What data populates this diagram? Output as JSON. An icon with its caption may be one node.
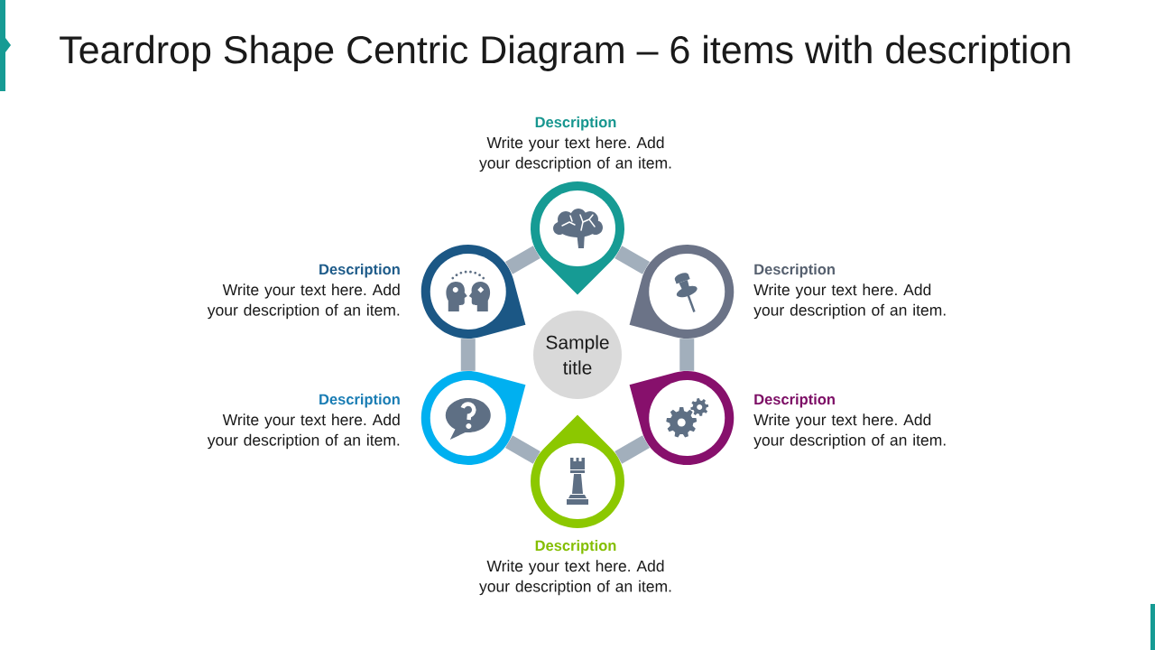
{
  "diagram": {
    "title": "Teardrop Shape Centric Diagram – 6 items with description",
    "nodes": [
      {
        "text": [],
        "shape": "teardrop",
        "beside": [
          "Description",
          "Write your text here. Add your description of an item."
        ]
      },
      {
        "text": [],
        "shape": "teardrop",
        "beside": [
          "Description",
          "Write your text here. Add your description of an item."
        ]
      },
      {
        "text": [],
        "shape": "teardrop",
        "beside": [
          "Description",
          "Write your text here. Add your description of an item."
        ]
      },
      {
        "text": [
          "Sample title"
        ]
      },
      {
        "text": [],
        "shape": "teardrop",
        "beside": [
          "Description",
          "Write your text here. Add your description of an item."
        ]
      },
      {
        "text": [],
        "shape": "teardrop",
        "beside": [
          "Description",
          "Write your text here. Add your description of an item."
        ]
      },
      {
        "text": [],
        "shape": "teardrop",
        "beside": [
          "Description",
          "Write your text here. Add your description of an item."
        ]
      }
    ],
    "edges": [
      {
        "from": 0,
        "to": 2,
        "arrow": "none"
      },
      {
        "from": 2,
        "to": 5,
        "arrow": "none"
      },
      {
        "from": 5,
        "to": 6,
        "arrow": "none"
      },
      {
        "from": 6,
        "to": 4,
        "arrow": "none"
      },
      {
        "from": 4,
        "to": 1,
        "arrow": "none"
      },
      {
        "from": 1,
        "to": 0,
        "arrow": "none"
      }
    ]
  }
}
